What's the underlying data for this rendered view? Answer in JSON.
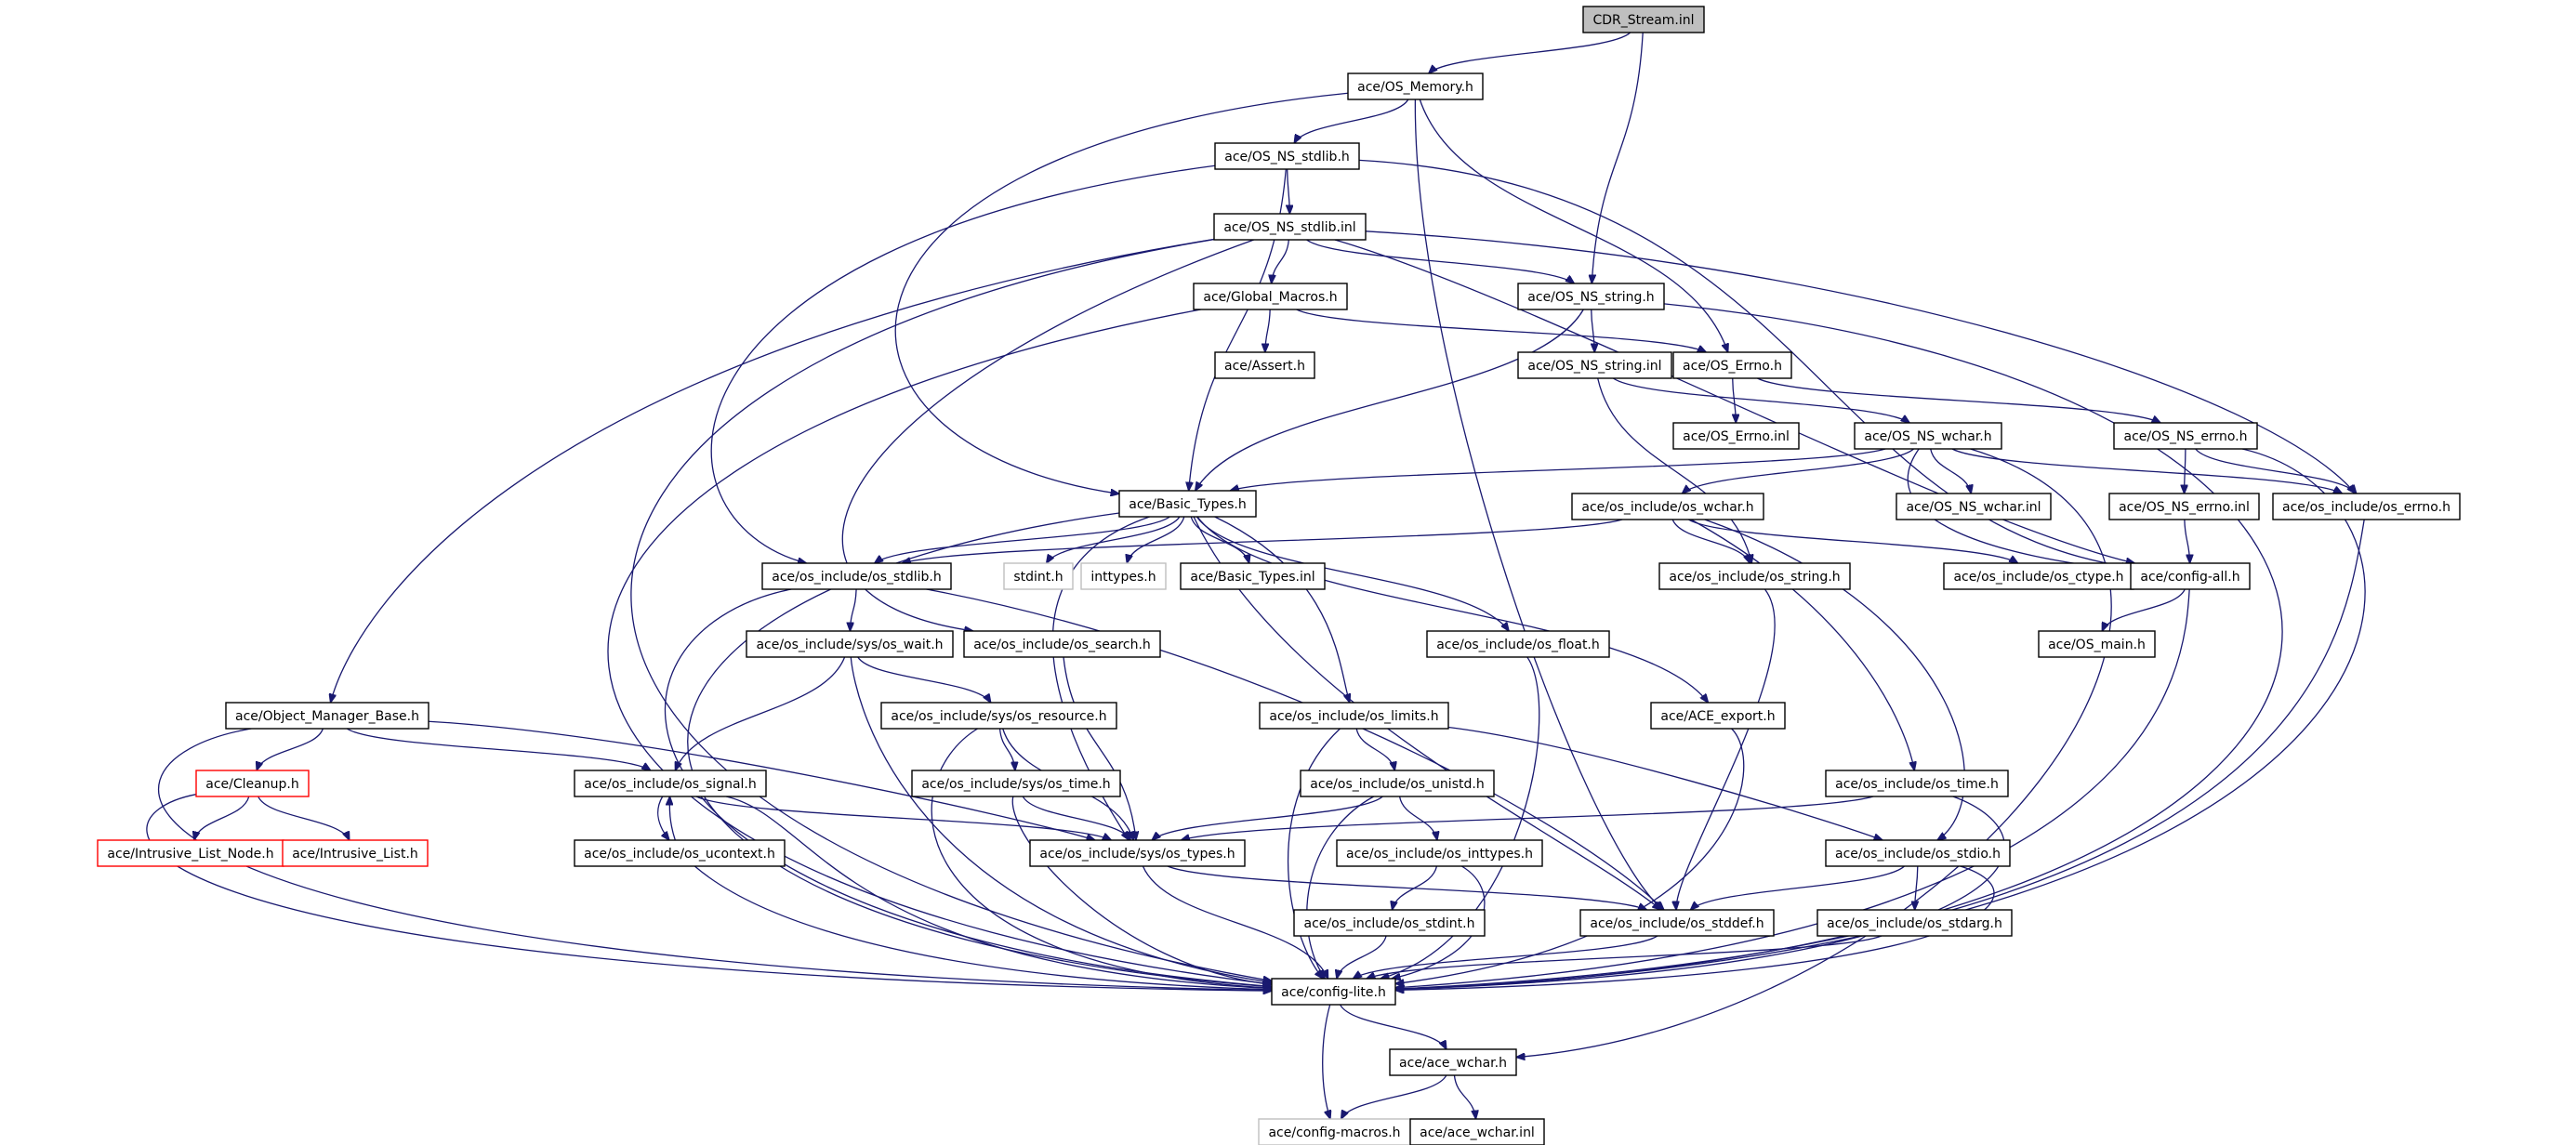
{
  "diagram": {
    "type": "include-dependency-graph",
    "colors": {
      "edge": "#191970",
      "root_fill": "#bfbfbf",
      "box_border": "#000000",
      "missing_border": "#ff0000",
      "external_border": "#bfbfbf"
    },
    "nodes": [
      {
        "id": "cdr_stream_inl",
        "label": "CDR_Stream.inl",
        "style": "root"
      },
      {
        "id": "os_memory_h",
        "label": "ace/OS_Memory.h",
        "style": "normal"
      },
      {
        "id": "os_ns_stdlib_h",
        "label": "ace/OS_NS_stdlib.h",
        "style": "normal"
      },
      {
        "id": "os_ns_stdlib_inl",
        "label": "ace/OS_NS_stdlib.inl",
        "style": "normal"
      },
      {
        "id": "global_macros_h",
        "label": "ace/Global_Macros.h",
        "style": "normal"
      },
      {
        "id": "os_ns_string_h",
        "label": "ace/OS_NS_string.h",
        "style": "normal"
      },
      {
        "id": "assert_h",
        "label": "ace/Assert.h",
        "style": "normal"
      },
      {
        "id": "os_ns_string_inl",
        "label": "ace/OS_NS_string.inl",
        "style": "normal"
      },
      {
        "id": "os_errno_h",
        "label": "ace/OS_Errno.h",
        "style": "normal"
      },
      {
        "id": "os_errno_inl",
        "label": "ace/OS_Errno.inl",
        "style": "normal"
      },
      {
        "id": "os_ns_wchar_h",
        "label": "ace/OS_NS_wchar.h",
        "style": "normal"
      },
      {
        "id": "os_ns_errno_h",
        "label": "ace/OS_NS_errno.h",
        "style": "normal"
      },
      {
        "id": "basic_types_h",
        "label": "ace/Basic_Types.h",
        "style": "normal"
      },
      {
        "id": "osi_wchar_h",
        "label": "ace/os_include/os_wchar.h",
        "style": "normal"
      },
      {
        "id": "os_ns_wchar_inl",
        "label": "ace/OS_NS_wchar.inl",
        "style": "normal"
      },
      {
        "id": "os_ns_errno_inl",
        "label": "ace/OS_NS_errno.inl",
        "style": "normal"
      },
      {
        "id": "osi_errno_h",
        "label": "ace/os_include/os_errno.h",
        "style": "normal"
      },
      {
        "id": "osi_stdlib_h",
        "label": "ace/os_include/os_stdlib.h",
        "style": "normal"
      },
      {
        "id": "stdint_h",
        "label": "stdint.h",
        "style": "external"
      },
      {
        "id": "inttypes_h",
        "label": "inttypes.h",
        "style": "external"
      },
      {
        "id": "basic_types_inl",
        "label": "ace/Basic_Types.inl",
        "style": "normal"
      },
      {
        "id": "osi_string_h",
        "label": "ace/os_include/os_string.h",
        "style": "normal"
      },
      {
        "id": "osi_ctype_h",
        "label": "ace/os_include/os_ctype.h",
        "style": "normal"
      },
      {
        "id": "config_all_h",
        "label": "ace/config-all.h",
        "style": "normal"
      },
      {
        "id": "osi_sys_wait_h",
        "label": "ace/os_include/sys/os_wait.h",
        "style": "normal"
      },
      {
        "id": "osi_search_h",
        "label": "ace/os_include/os_search.h",
        "style": "normal"
      },
      {
        "id": "osi_float_h",
        "label": "ace/os_include/os_float.h",
        "style": "normal"
      },
      {
        "id": "os_main_h",
        "label": "ace/OS_main.h",
        "style": "normal"
      },
      {
        "id": "object_manager_base_h",
        "label": "ace/Object_Manager_Base.h",
        "style": "normal"
      },
      {
        "id": "osi_sys_resource_h",
        "label": "ace/os_include/sys/os_resource.h",
        "style": "normal"
      },
      {
        "id": "osi_limits_h",
        "label": "ace/os_include/os_limits.h",
        "style": "normal"
      },
      {
        "id": "ace_export_h",
        "label": "ace/ACE_export.h",
        "style": "normal"
      },
      {
        "id": "cleanup_h",
        "label": "ace/Cleanup.h",
        "style": "missing"
      },
      {
        "id": "osi_signal_h",
        "label": "ace/os_include/os_signal.h",
        "style": "normal"
      },
      {
        "id": "osi_sys_time_h",
        "label": "ace/os_include/sys/os_time.h",
        "style": "normal"
      },
      {
        "id": "osi_unistd_h",
        "label": "ace/os_include/os_unistd.h",
        "style": "normal"
      },
      {
        "id": "osi_time_h",
        "label": "ace/os_include/os_time.h",
        "style": "normal"
      },
      {
        "id": "intrusive_list_node_h",
        "label": "ace/Intrusive_List_Node.h",
        "style": "missing"
      },
      {
        "id": "intrusive_list_h",
        "label": "ace/Intrusive_List.h",
        "style": "missing"
      },
      {
        "id": "osi_ucontext_h",
        "label": "ace/os_include/os_ucontext.h",
        "style": "normal"
      },
      {
        "id": "osi_sys_types_h",
        "label": "ace/os_include/sys/os_types.h",
        "style": "normal"
      },
      {
        "id": "osi_inttypes_h",
        "label": "ace/os_include/os_inttypes.h",
        "style": "normal"
      },
      {
        "id": "osi_stdio_h",
        "label": "ace/os_include/os_stdio.h",
        "style": "normal"
      },
      {
        "id": "osi_stdint_h",
        "label": "ace/os_include/os_stdint.h",
        "style": "normal"
      },
      {
        "id": "osi_stddef_h",
        "label": "ace/os_include/os_stddef.h",
        "style": "normal"
      },
      {
        "id": "osi_stdarg_h",
        "label": "ace/os_include/os_stdarg.h",
        "style": "normal"
      },
      {
        "id": "config_lite_h",
        "label": "ace/config-lite.h",
        "style": "normal"
      },
      {
        "id": "ace_wchar_h",
        "label": "ace/ace_wchar.h",
        "style": "normal"
      },
      {
        "id": "config_macros_h",
        "label": "ace/config-macros.h",
        "style": "external"
      },
      {
        "id": "ace_wchar_inl",
        "label": "ace/ace_wchar.inl",
        "style": "normal"
      }
    ],
    "edges": [
      [
        "cdr_stream_inl",
        "os_memory_h"
      ],
      [
        "cdr_stream_inl",
        "os_ns_string_h"
      ],
      [
        "os_memory_h",
        "os_ns_stdlib_h"
      ],
      [
        "os_memory_h",
        "basic_types_h"
      ],
      [
        "os_memory_h",
        "os_errno_h"
      ],
      [
        "os_memory_h",
        "osi_stddef_h"
      ],
      [
        "os_ns_stdlib_h",
        "os_ns_stdlib_inl"
      ],
      [
        "os_ns_stdlib_h",
        "basic_types_h"
      ],
      [
        "os_ns_stdlib_h",
        "osi_stdlib_h"
      ],
      [
        "os_ns_stdlib_h",
        "config_all_h"
      ],
      [
        "os_ns_stdlib_inl",
        "global_macros_h"
      ],
      [
        "os_ns_stdlib_inl",
        "os_ns_string_h"
      ],
      [
        "os_ns_stdlib_inl",
        "object_manager_base_h"
      ],
      [
        "os_ns_stdlib_inl",
        "osi_search_h"
      ],
      [
        "os_ns_stdlib_inl",
        "osi_errno_h"
      ],
      [
        "os_ns_stdlib_inl",
        "config_all_h"
      ],
      [
        "os_ns_stdlib_inl",
        "config_lite_h"
      ],
      [
        "global_macros_h",
        "assert_h"
      ],
      [
        "global_macros_h",
        "os_errno_h"
      ],
      [
        "global_macros_h",
        "config_lite_h"
      ],
      [
        "os_ns_string_h",
        "os_ns_string_inl"
      ],
      [
        "os_ns_string_h",
        "basic_types_h"
      ],
      [
        "os_ns_string_h",
        "config_lite_h"
      ],
      [
        "os_ns_string_inl",
        "os_ns_wchar_h"
      ],
      [
        "os_ns_string_inl",
        "osi_string_h"
      ],
      [
        "os_errno_h",
        "os_errno_inl"
      ],
      [
        "os_errno_h",
        "os_ns_errno_h"
      ],
      [
        "os_ns_wchar_h",
        "basic_types_h"
      ],
      [
        "os_ns_wchar_h",
        "osi_wchar_h"
      ],
      [
        "os_ns_wchar_h",
        "os_ns_wchar_inl"
      ],
      [
        "os_ns_wchar_h",
        "osi_errno_h"
      ],
      [
        "os_ns_wchar_h",
        "config_all_h"
      ],
      [
        "os_ns_wchar_h",
        "ace_wchar_h"
      ],
      [
        "os_ns_errno_h",
        "os_ns_errno_inl"
      ],
      [
        "os_ns_errno_h",
        "osi_errno_h"
      ],
      [
        "os_ns_errno_h",
        "config_lite_h"
      ],
      [
        "os_ns_errno_inl",
        "config_all_h"
      ],
      [
        "osi_errno_h",
        "config_lite_h"
      ],
      [
        "basic_types_h",
        "osi_stdlib_h"
      ],
      [
        "basic_types_h",
        "stdint_h"
      ],
      [
        "basic_types_h",
        "inttypes_h"
      ],
      [
        "basic_types_h",
        "basic_types_inl"
      ],
      [
        "basic_types_h",
        "osi_float_h"
      ],
      [
        "basic_types_h",
        "ace_export_h"
      ],
      [
        "basic_types_h",
        "osi_limits_h"
      ],
      [
        "basic_types_h",
        "osi_sys_types_h"
      ],
      [
        "basic_types_h",
        "osi_stddef_h"
      ],
      [
        "basic_types_h",
        "config_lite_h"
      ],
      [
        "osi_wchar_h",
        "osi_stdlib_h"
      ],
      [
        "osi_wchar_h",
        "osi_string_h"
      ],
      [
        "osi_wchar_h",
        "osi_ctype_h"
      ],
      [
        "osi_wchar_h",
        "osi_time_h"
      ],
      [
        "osi_wchar_h",
        "osi_stdio_h"
      ],
      [
        "config_all_h",
        "os_main_h"
      ],
      [
        "config_all_h",
        "config_lite_h"
      ],
      [
        "osi_stdlib_h",
        "osi_sys_wait_h"
      ],
      [
        "osi_stdlib_h",
        "osi_stddef_h"
      ],
      [
        "osi_stdlib_h",
        "config_lite_h"
      ],
      [
        "osi_string_h",
        "osi_stddef_h"
      ],
      [
        "osi_sys_wait_h",
        "osi_signal_h"
      ],
      [
        "osi_sys_wait_h",
        "osi_sys_resource_h"
      ],
      [
        "osi_sys_wait_h",
        "config_lite_h"
      ],
      [
        "osi_search_h",
        "osi_sys_types_h"
      ],
      [
        "osi_float_h",
        "config_lite_h"
      ],
      [
        "object_manager_base_h",
        "cleanup_h"
      ],
      [
        "object_manager_base_h",
        "osi_signal_h"
      ],
      [
        "object_manager_base_h",
        "osi_sys_types_h"
      ],
      [
        "object_manager_base_h",
        "config_lite_h"
      ],
      [
        "osi_sys_resource_h",
        "osi_sys_time_h"
      ],
      [
        "osi_sys_resource_h",
        "osi_sys_types_h"
      ],
      [
        "osi_sys_resource_h",
        "config_lite_h"
      ],
      [
        "osi_limits_h",
        "osi_unistd_h"
      ],
      [
        "osi_limits_h",
        "osi_stdio_h"
      ],
      [
        "osi_limits_h",
        "config_lite_h"
      ],
      [
        "ace_export_h",
        "config_lite_h"
      ],
      [
        "cleanup_h",
        "intrusive_list_node_h"
      ],
      [
        "cleanup_h",
        "intrusive_list_h"
      ],
      [
        "cleanup_h",
        "config_lite_h"
      ],
      [
        "osi_signal_h",
        "osi_ucontext_h"
      ],
      [
        "osi_signal_h",
        "osi_sys_types_h"
      ],
      [
        "osi_signal_h",
        "config_lite_h"
      ],
      [
        "osi_ucontext_h",
        "osi_signal_h"
      ],
      [
        "osi_ucontext_h",
        "config_lite_h"
      ],
      [
        "osi_sys_time_h",
        "osi_sys_types_h"
      ],
      [
        "osi_sys_time_h",
        "config_lite_h"
      ],
      [
        "osi_unistd_h",
        "osi_sys_types_h"
      ],
      [
        "osi_unistd_h",
        "osi_inttypes_h"
      ],
      [
        "osi_unistd_h",
        "config_lite_h"
      ],
      [
        "osi_time_h",
        "osi_sys_types_h"
      ],
      [
        "osi_time_h",
        "config_lite_h"
      ],
      [
        "osi_sys_types_h",
        "osi_stddef_h"
      ],
      [
        "osi_sys_types_h",
        "config_lite_h"
      ],
      [
        "osi_inttypes_h",
        "osi_stdint_h"
      ],
      [
        "osi_inttypes_h",
        "config_lite_h"
      ],
      [
        "osi_stdio_h",
        "osi_stddef_h"
      ],
      [
        "osi_stdio_h",
        "osi_stdarg_h"
      ],
      [
        "osi_stdio_h",
        "config_lite_h"
      ],
      [
        "osi_stdint_h",
        "config_lite_h"
      ],
      [
        "osi_stddef_h",
        "config_lite_h"
      ],
      [
        "osi_stdarg_h",
        "config_lite_h"
      ],
      [
        "config_lite_h",
        "ace_wchar_h"
      ],
      [
        "config_lite_h",
        "config_macros_h"
      ],
      [
        "ace_wchar_h",
        "config_macros_h"
      ],
      [
        "ace_wchar_h",
        "ace_wchar_inl"
      ]
    ]
  }
}
